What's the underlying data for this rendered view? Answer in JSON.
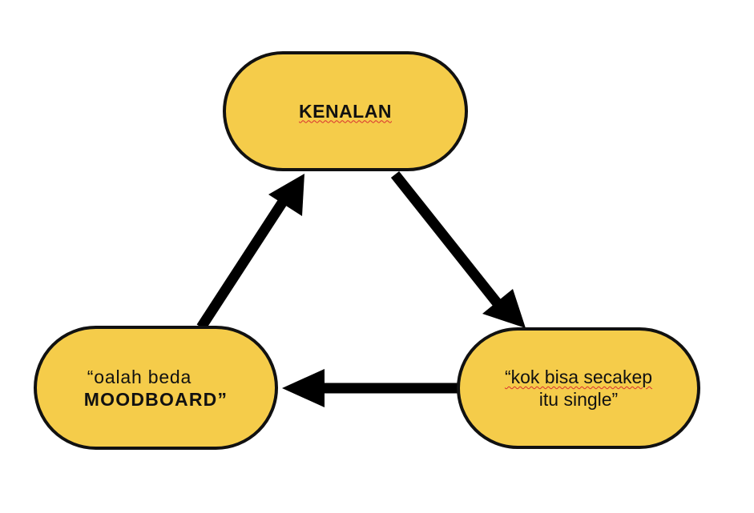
{
  "diagram": {
    "colors": {
      "node_fill": "#f5cc4a",
      "node_border": "#111111",
      "arrow": "#000000",
      "spellcheck_underline": "#d93030"
    },
    "nodes": {
      "top": {
        "label": "KENALAN"
      },
      "right": {
        "line1": "“kok bisa secakep",
        "line2": "itu single”"
      },
      "left": {
        "line1": "“oalah beda",
        "line2": "MOODBOARD”"
      }
    },
    "edges": [
      {
        "from": "top",
        "to": "right"
      },
      {
        "from": "right",
        "to": "left"
      },
      {
        "from": "left",
        "to": "top"
      }
    ]
  }
}
